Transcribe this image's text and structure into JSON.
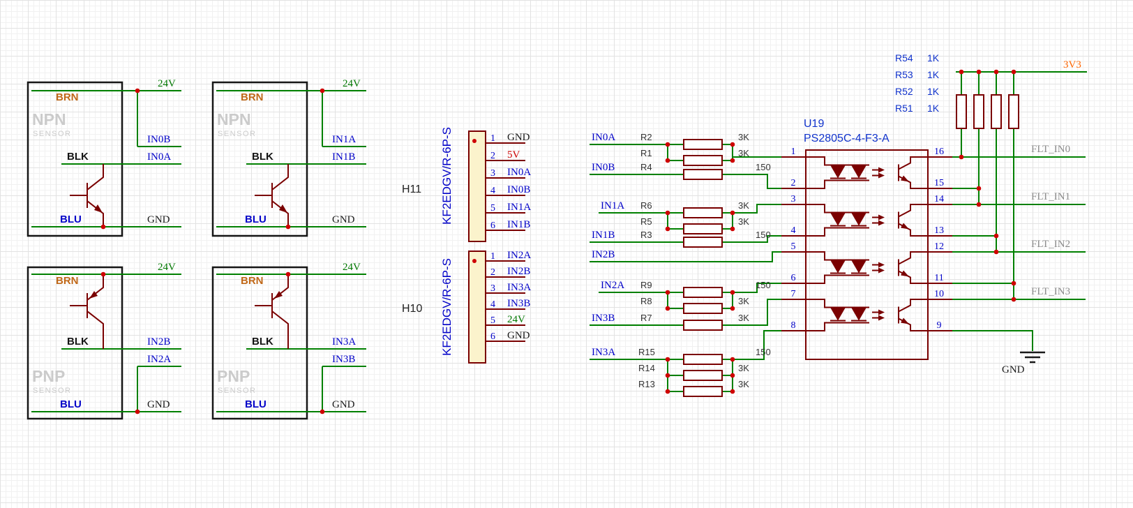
{
  "sensors": [
    {
      "type": "NPN",
      "subtitle": "SENSOR",
      "wire_top": "BRN",
      "wire_mid": "BLK",
      "wire_bot": "BLU",
      "rail_top": "24V",
      "rail_bot": "GND",
      "net_a": "IN0B",
      "net_b": "IN0A"
    },
    {
      "type": "NPN",
      "subtitle": "SENSOR",
      "wire_top": "BRN",
      "wire_mid": "BLK",
      "wire_bot": "BLU",
      "rail_top": "24V",
      "rail_bot": "GND",
      "net_a": "IN1A",
      "net_b": "IN1B"
    },
    {
      "type": "PNP",
      "subtitle": "SENSOR",
      "wire_top": "BRN",
      "wire_mid": "BLK",
      "wire_bot": "BLU",
      "rail_top": "24V",
      "rail_bot": "GND",
      "net_a": "IN2B",
      "net_b": "IN2A"
    },
    {
      "type": "PNP",
      "subtitle": "SENSOR",
      "wire_top": "BRN",
      "wire_mid": "BLK",
      "wire_bot": "BLU",
      "rail_top": "24V",
      "rail_bot": "GND",
      "net_a": "IN3A",
      "net_b": "IN3B"
    }
  ],
  "connectors": [
    {
      "ref": "H11",
      "part": "KF2EDGV/R-6P-S",
      "pins": [
        {
          "n": "1",
          "net": "GND"
        },
        {
          "n": "2",
          "net": "5V"
        },
        {
          "n": "3",
          "net": "IN0A"
        },
        {
          "n": "4",
          "net": "IN0B"
        },
        {
          "n": "5",
          "net": "IN1A"
        },
        {
          "n": "6",
          "net": "IN1B"
        }
      ]
    },
    {
      "ref": "H10",
      "part": "KF2EDGV/R-6P-S",
      "pins": [
        {
          "n": "1",
          "net": "IN2A"
        },
        {
          "n": "2",
          "net": "IN2B"
        },
        {
          "n": "3",
          "net": "IN3A"
        },
        {
          "n": "4",
          "net": "IN3B"
        },
        {
          "n": "5",
          "net": "24V"
        },
        {
          "n": "6",
          "net": "GND"
        }
      ]
    }
  ],
  "opto": {
    "ref": "U19",
    "part": "PS2805C-4-F3-A",
    "pins_left": [
      "1",
      "2",
      "3",
      "4",
      "5",
      "6",
      "7",
      "8"
    ],
    "pins_right": [
      "16",
      "15",
      "14",
      "13",
      "12",
      "11",
      "10",
      "9"
    ],
    "rows": [
      {
        "net": "IN0A",
        "ref": "R2",
        "val": "3K"
      },
      {
        "ref": "R1",
        "val": "3K"
      },
      {
        "net": "IN0B",
        "ref": "R4",
        "val": "150"
      },
      {
        "net": "IN1A",
        "ref": "R6",
        "val": "3K"
      },
      {
        "ref": "R5",
        "val": "3K"
      },
      {
        "net": "IN1B",
        "ref": "R3",
        "val": "150"
      },
      {
        "net": "IN2B"
      },
      {
        "net": "IN2A",
        "ref": "R9",
        "val": "150"
      },
      {
        "ref": "R8",
        "val": "3K"
      },
      {
        "net": "IN3B",
        "ref": "R7",
        "val": "3K"
      },
      {
        "net": "IN3A",
        "ref": "R15",
        "val": "150"
      },
      {
        "ref": "R14",
        "val": "3K"
      },
      {
        "ref": "R13",
        "val": "3K"
      }
    ],
    "pullups": [
      {
        "ref": "R54",
        "val": "1K"
      },
      {
        "ref": "R53",
        "val": "1K"
      },
      {
        "ref": "R52",
        "val": "1K"
      },
      {
        "ref": "R51",
        "val": "1K"
      }
    ],
    "rail": "3V3",
    "outputs": [
      "FLT_IN0",
      "FLT_IN1",
      "FLT_IN2",
      "FLT_IN3"
    ],
    "gnd": "GND"
  },
  "colors": {
    "wire": "#008000",
    "symbol": "#7A0000",
    "net_label": "#0202C8",
    "junction": "#CE0000",
    "rail_label": "#FF6600",
    "flt_label": "#8C8C8C",
    "sensor_text": "#CBCBCB",
    "brn": "#C06818",
    "connector_body": "#FBF3CC"
  }
}
